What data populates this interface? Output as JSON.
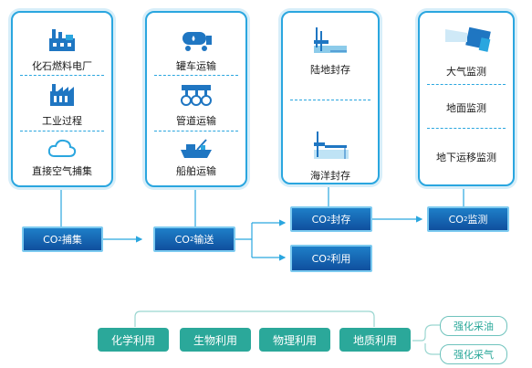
{
  "capture_card": {
    "items": [
      "化石燃料电厂",
      "工业过程",
      "直接空气捕集"
    ]
  },
  "transport_card": {
    "items": [
      "罐车运输",
      "管道运输",
      "船舶运输"
    ]
  },
  "storage_card": {
    "items": [
      "陆地封存",
      "海洋封存"
    ]
  },
  "monitor_card": {
    "items": [
      "大气监测",
      "地面监测",
      "地下运移监测"
    ]
  },
  "steps": {
    "capture": {
      "pre": "CO",
      "sub": "2",
      "post": "捕集"
    },
    "transport": {
      "pre": "CO",
      "sub": "2",
      "post": "输送"
    },
    "storage": {
      "pre": "CO",
      "sub": "2",
      "post": "封存"
    },
    "utilization": {
      "pre": "CO",
      "sub": "2",
      "post": "利用"
    },
    "monitoring": {
      "pre": "CO",
      "sub": "2",
      "post": "监测"
    }
  },
  "utilization_types": [
    "化学利用",
    "生物利用",
    "物理利用",
    "地质利用"
  ],
  "geological_outcomes": [
    "强化采油",
    "强化采气"
  ],
  "colors": {
    "accent_blue": "#2aa6df",
    "step_blue": "#0f4f9e",
    "green": "#2ba89a"
  }
}
